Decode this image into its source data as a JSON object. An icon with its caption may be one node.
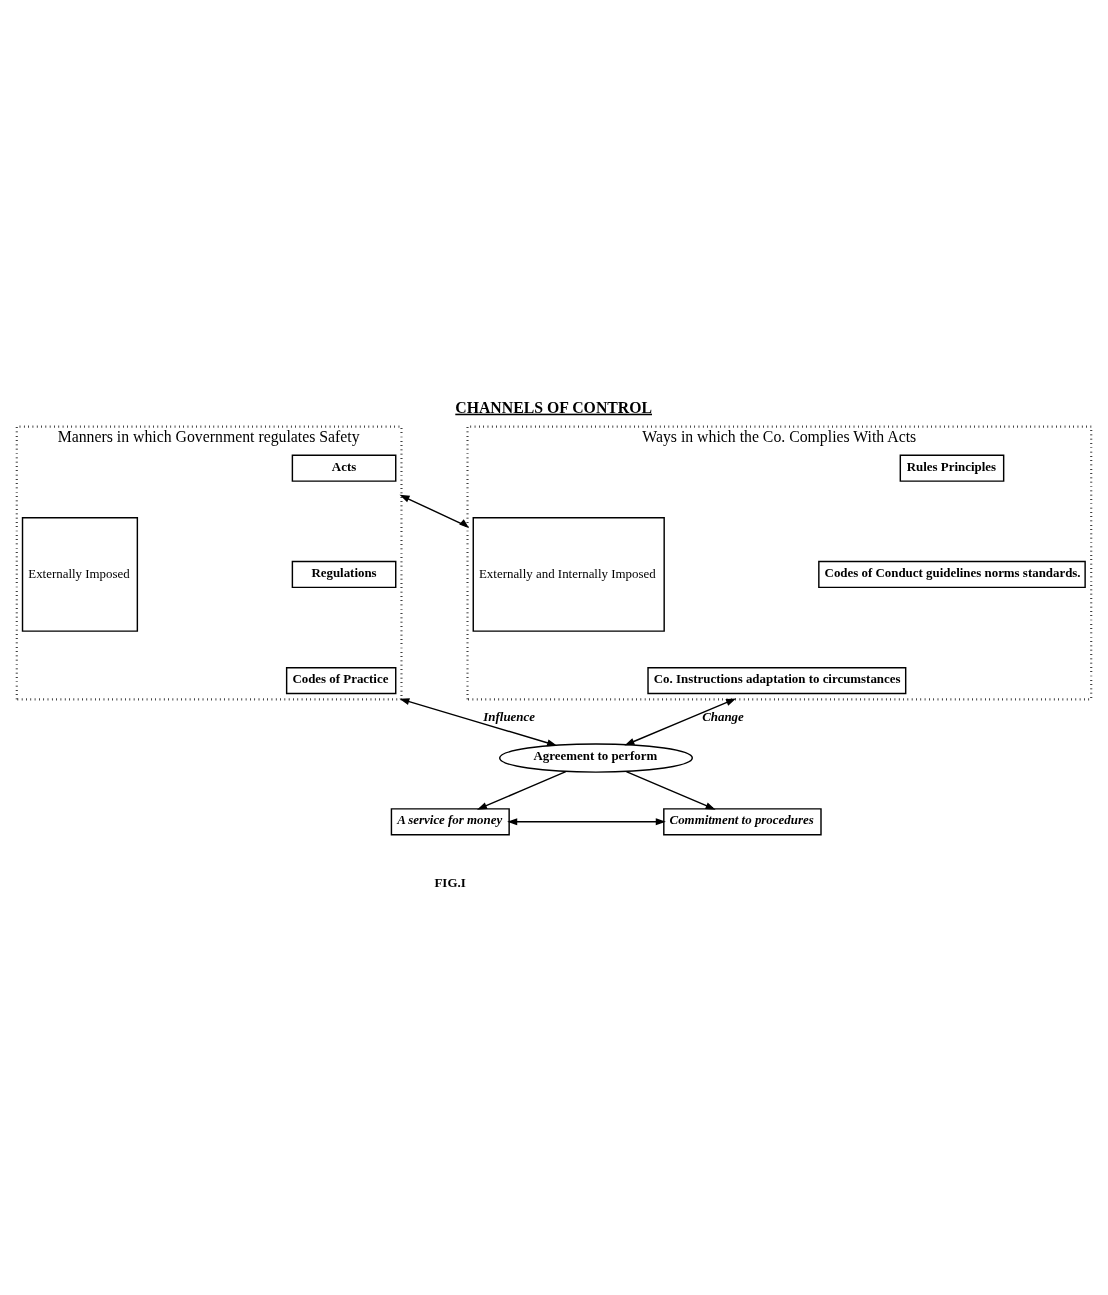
{
  "diagram": {
    "title": "CHANNELS OF CONTROL",
    "nodes": [
      {
        "text": [
          "Manners in which Government regulates Safety"
        ]
      },
      {
        "text": [
          "Externally Imposed"
        ],
        "in": 0
      },
      {
        "text": [
          "Acts"
        ],
        "in": 0
      },
      {
        "text": [
          "Regulations"
        ],
        "in": 0
      },
      {
        "text": [
          "Codes of Practice"
        ],
        "in": 0
      },
      {
        "text": [
          "Ways in which the Co. Complies With Acts"
        ]
      },
      {
        "text": [
          "Externally and Internally Imposed"
        ],
        "in": 5
      },
      {
        "text": [
          "Rules Principles"
        ],
        "in": 5
      },
      {
        "text": [
          "Codes of Conduct guidelines norms standards."
        ],
        "in": 5
      },
      {
        "text": [
          "Co. Instructions adaptation to circumstances"
        ],
        "in": 5
      },
      {
        "text": [
          "Agreement to perform"
        ]
      },
      {
        "text": [
          "A service for money"
        ]
      },
      {
        "text": [
          "Commitment to procedures"
        ]
      }
    ],
    "edges": [
      {
        "from": 0,
        "to": 5,
        "arrow": "both"
      },
      {
        "from": 0,
        "to": 10,
        "arrow": "both",
        "label": "Influence"
      },
      {
        "from": 5,
        "to": 10,
        "arrow": "both",
        "label": "Change"
      },
      {
        "from": 10,
        "to": 11,
        "arrow": "to"
      },
      {
        "from": 10,
        "to": 12,
        "arrow": "to"
      },
      {
        "from": 11,
        "to": 12,
        "arrow": "both"
      }
    ],
    "labels": [
      "FIG.I"
    ]
  }
}
